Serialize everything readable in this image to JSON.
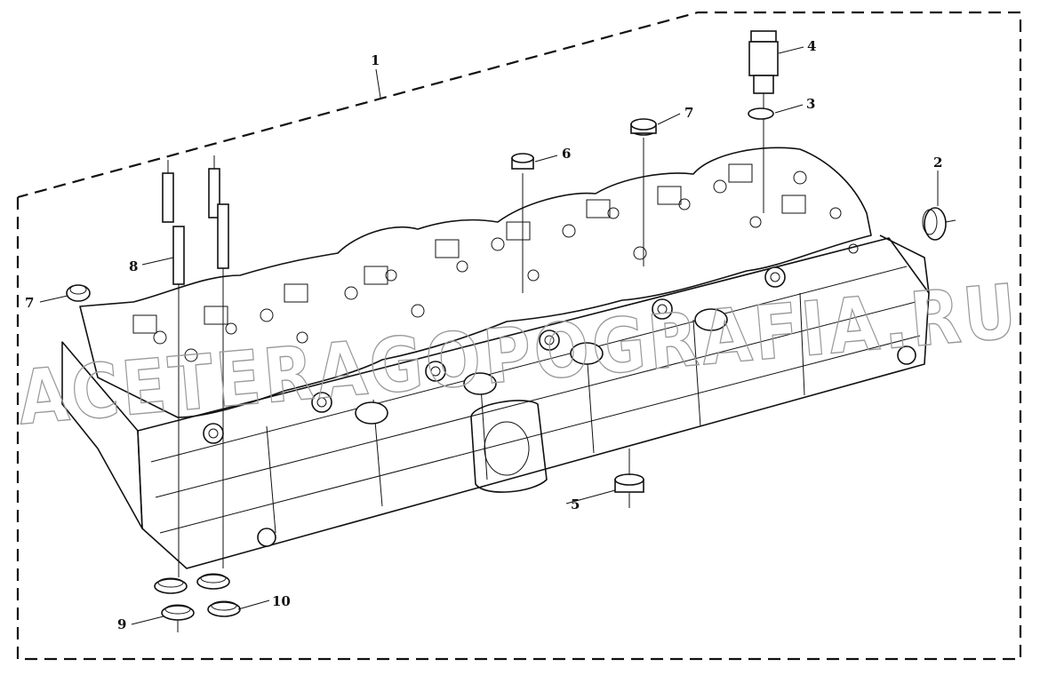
{
  "watermark": "ACETERAGOPOGRAFIA.RU",
  "callouts": [
    {
      "id": "callout-1",
      "text": "1"
    },
    {
      "id": "callout-2",
      "text": "2"
    },
    {
      "id": "callout-3",
      "text": "3"
    },
    {
      "id": "callout-4",
      "text": "4"
    },
    {
      "id": "callout-5",
      "text": "5"
    },
    {
      "id": "callout-6",
      "text": "6"
    },
    {
      "id": "callout-7a",
      "text": "7"
    },
    {
      "id": "callout-7b",
      "text": "7"
    },
    {
      "id": "callout-8",
      "text": "8"
    },
    {
      "id": "callout-9",
      "text": "9"
    },
    {
      "id": "callout-10",
      "text": "10"
    }
  ],
  "colors": {
    "ink": "#111111",
    "watermark": "#9a9a9a",
    "background": "#ffffff"
  }
}
